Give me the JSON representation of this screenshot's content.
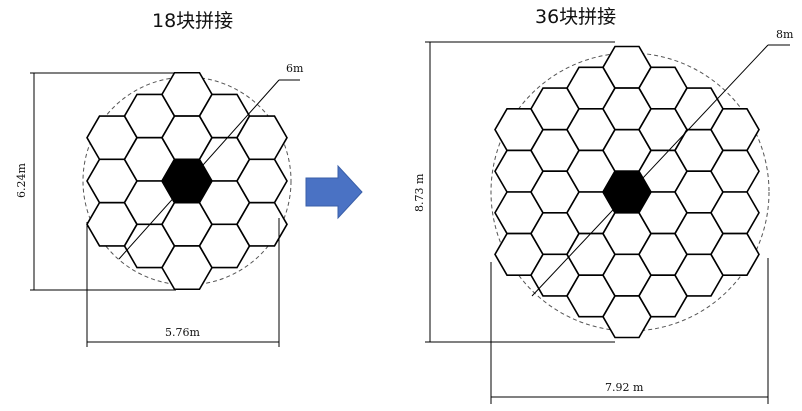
{
  "left": {
    "title": "18块拼接",
    "diameter_label": "6m",
    "height_label": "6.24m",
    "width_label": "5.76m",
    "segment_count": 18
  },
  "right": {
    "title": "36块拼接",
    "diameter_label": "8m",
    "height_label": "8.73 m",
    "width_label": "7.92 m",
    "segment_count": 36
  },
  "colors": {
    "arrow": "#4a72c4",
    "arrow_stroke": "#3a5fa8",
    "hex_stroke": "#000000",
    "center_fill": "#000000"
  }
}
